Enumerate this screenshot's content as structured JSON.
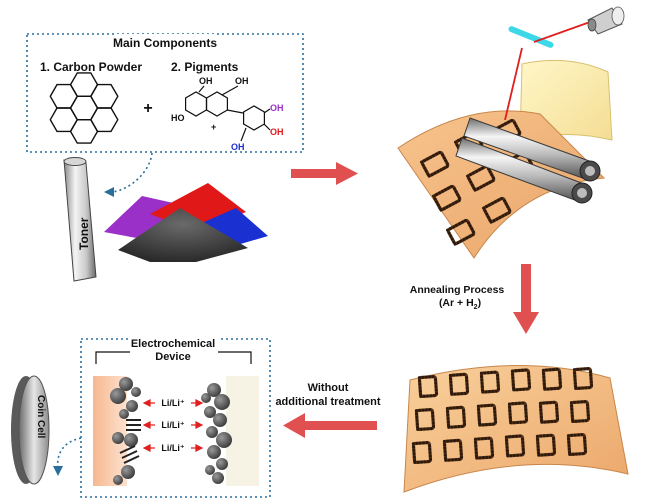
{
  "components_box": {
    "title": "Main Components",
    "item1": "1. Carbon Powder",
    "plus": "+",
    "item2": "2. Pigments"
  },
  "pigment_molecule": {
    "oh_top1": "OH",
    "oh_top2": "OH",
    "ho_left": "HO",
    "charge": "+",
    "oh_purple": "OH",
    "oh_red": "OH",
    "oh_blue": "OH"
  },
  "toner": {
    "label": "Toner"
  },
  "annealing": {
    "line1": "Annealing Process",
    "line2_prefix": "(Ar + H",
    "line2_sub": "2",
    "line2_suffix": ")"
  },
  "transfer": {
    "line1": "Without",
    "line2": "additional treatment"
  },
  "device_box": {
    "title_line1": "Electrochemical",
    "title_line2": "Device",
    "ion_label_1": "Li/Li⁺",
    "ion_label_2": "Li/Li⁺",
    "ion_label_3": "Li/Li⁺"
  },
  "coin_cell": {
    "label": "Coin Cell"
  },
  "colors": {
    "dotted_box": "#2a6f9b",
    "big_arrow": "#e05050",
    "paper": "#f2b87c",
    "pigment_purple": "#9b30c8",
    "pigment_red": "#e01818",
    "pigment_blue": "#1a30d0",
    "laser": "#3cd8e8"
  }
}
